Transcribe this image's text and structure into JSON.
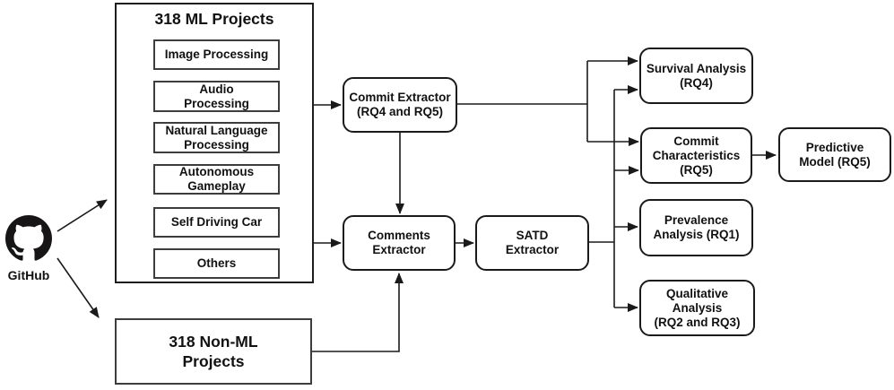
{
  "diagram": {
    "source": {
      "label": "GitHub",
      "icon": "github-octocat-icon"
    },
    "ml_group": {
      "title": "318 ML Projects",
      "categories": [
        "Image Processing",
        "Audio\nProcessing",
        "Natural Language\nProcessing",
        "Autonomous\nGameplay",
        "Self Driving Car",
        "Others"
      ]
    },
    "non_ml_group": {
      "title": "318 Non-ML\nProjects"
    },
    "extractors": {
      "commit": "Commit Extractor\n(RQ4 and RQ5)",
      "comments": "Comments\nExtractor",
      "satd": "SATD\nExtractor"
    },
    "analyses": {
      "survival": "Survival Analysis\n(RQ4)",
      "commit_characteristics": "Commit\nCharacteristics\n(RQ5)",
      "predictive_model": "Predictive\nModel (RQ5)",
      "prevalence": "Prevalence\nAnalysis (RQ1)",
      "qualitative": "Qualitative\nAnalysis\n(RQ2 and RQ3)"
    },
    "colors": {
      "stroke": "#1a1a1a",
      "box_fill": "#ffffff",
      "text": "#111111",
      "background": "#ffffff"
    }
  }
}
